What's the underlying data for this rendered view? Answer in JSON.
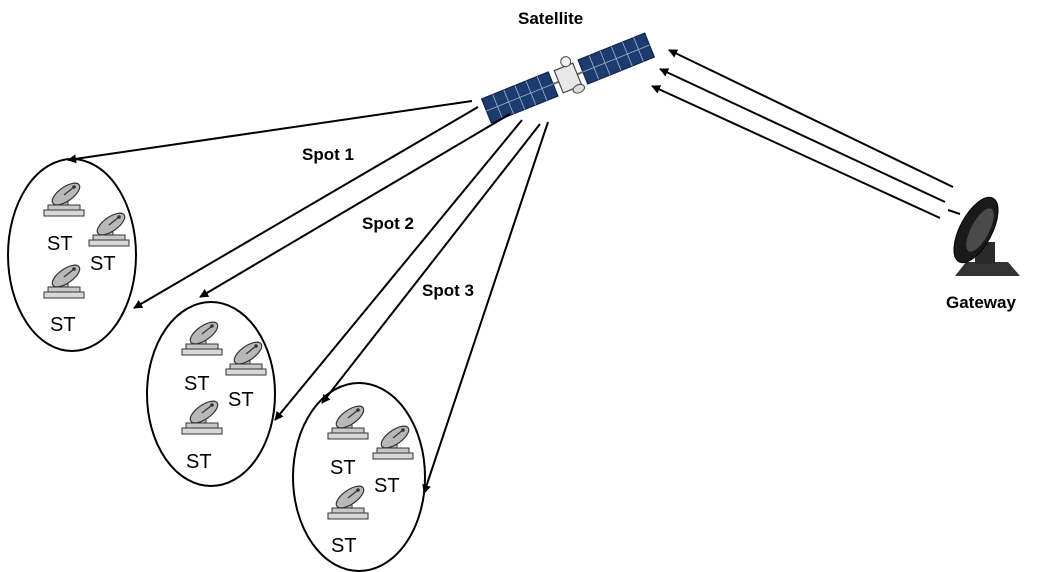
{
  "diagram": {
    "satellite_label": "Satellite",
    "gateway_label": "Gateway",
    "spots": [
      {
        "label": "Spot 1",
        "terminals": [
          "ST",
          "ST",
          "ST"
        ]
      },
      {
        "label": "Spot 2",
        "terminals": [
          "ST",
          "ST",
          "ST"
        ]
      },
      {
        "label": "Spot 3",
        "terminals": [
          "ST",
          "ST",
          "ST"
        ]
      }
    ]
  },
  "colors": {
    "panel_fill": "#1c3b6e",
    "panel_grid": "#9fb3cf",
    "dish_fill": "#b8b8b8",
    "gateway_fill": "#1a1a1a",
    "line": "#000000"
  },
  "icons": {
    "satellite": "satellite-icon",
    "gateway": "gateway-dish-icon",
    "terminal": "satellite-terminal-icon"
  }
}
